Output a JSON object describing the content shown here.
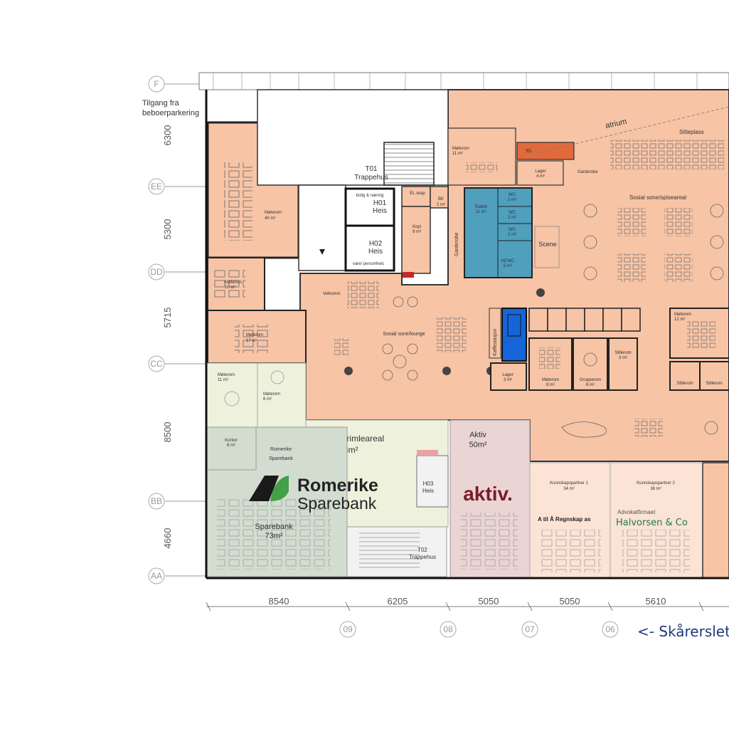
{
  "grid": {
    "rows": [
      "F",
      "EE",
      "DD",
      "CC",
      "BB",
      "AA"
    ],
    "row_dims": [
      "6300",
      "5300",
      "5715",
      "8500",
      "4660"
    ],
    "cols": [
      "09",
      "08",
      "07",
      "06"
    ],
    "col_dims": [
      "8540",
      "6205",
      "5050",
      "5050",
      "5610"
    ]
  },
  "top_labels": {
    "window_a": "vindu",
    "window_b": "vindu",
    "entry_a": "Tilgang fra",
    "entry_b": "beboerparkering"
  },
  "rooms": {
    "moterom40": "Møterom",
    "moterom40_area": "40 m²",
    "moterom11": "Møterom",
    "moterom11_area": "11 m²",
    "moterom10": "Møterom",
    "moterom10_area": "10 m²",
    "moterom17": "Møterom",
    "moterom17_area": "17 m²",
    "t01": "T01",
    "t01b": "Trappehus",
    "h01": "H01",
    "h01b": "Heis",
    "h02": "H02",
    "h02b": "Heis",
    "bolig": "bolig & næring",
    "vare": "vare/ personheis",
    "el_skap": "EL skap",
    "bk": "BK",
    "bk_area": "2 m²",
    "kopi": "Kopi",
    "kopi_area": "9 m²",
    "garderobe": "Garderobe",
    "toalett": "Toalett",
    "toalett_area": "11 m²",
    "wc1": "WC",
    "wc1_area": "2 m²",
    "wc2": "WC",
    "wc2_area": "2 m²",
    "wc3": "WC",
    "wc3_area": "2 m²",
    "hcwc": "HCWC",
    "hcwc_area": "5 m²",
    "scene": "Scene",
    "el": "EL",
    "lager4": "Lager",
    "lager4_area": "4 m²",
    "garderobe2": "Garderobe",
    "atrium": "atrium",
    "sitteplass": "Sitteplass",
    "sosial_spise": "Sosial sone/spiseareal",
    "velkomst": "Velkomst",
    "sosial_lounge": "Sosial sone/lounge",
    "kaffe": "Kaffestasjon",
    "lager3": "Lager",
    "lager3_area": "3 m²",
    "moterom8": "Møterom",
    "moterom8_area": "8 m²",
    "grupperom": "Grupperom",
    "grupperom_area": "6 m²",
    "stillerom": "Stillerom",
    "stillerom_area": "3 m²",
    "moterom12": "Møterom",
    "moterom12_area": "12 m²",
    "vrimle": "Vrimleareal",
    "vrimle_area": "68m²",
    "aktiv_room": "Aktiv",
    "aktiv_area": "50m²",
    "h03": "H03",
    "h03b": "Heis",
    "t02": "T02",
    "t02b": "Trappehus",
    "sparebank_room": "Sparebank",
    "sparebank_area": "73m²",
    "moterom11b": "Møterom",
    "moterom11b_area": "11 m²",
    "moterom6": "Møterom",
    "moterom6_area": "6 m²",
    "kontor": "Kontor",
    "kontor_area": "8 m²",
    "rs_a": "Romerike",
    "rs_b": "Sparebank",
    "kunnskap1": "Kunnskapspartner 1",
    "kunnskap1_area": "34 m²",
    "kunnskap2": "Kunnskapspartner 2",
    "kunnskap2_area": "38 m²"
  },
  "logos": {
    "romerike_a": "Romerike",
    "romerike_b": "Sparebank",
    "aktiv": "aktiv.",
    "regnskap": "A til Å Regnskap as",
    "advokat_a": "Advokatfirmaet",
    "advokat_b": "Halvorsen & Co"
  },
  "street": "<- Skårersletta",
  "colors": {
    "common": "#f7c4a6",
    "toilet": "#4f9fbd",
    "kaffe": "#1565d8",
    "el": "#e06a3c",
    "sparebank": "#d2ddd0",
    "vrimle": "#eef1dc",
    "aktiv": "#ead4d4",
    "partner": "#fbe3d6",
    "aktiv_logo": "#7a1b2a",
    "bank_logo": "#2e7d32",
    "advokat": "#1e7b4a",
    "street": "#1f3a7a"
  }
}
